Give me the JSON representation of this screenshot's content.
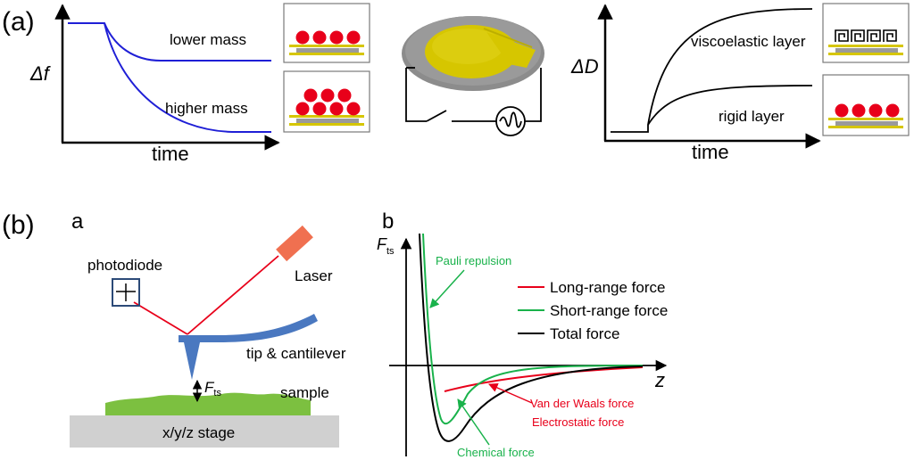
{
  "panel_a": {
    "label": "(a)",
    "left_plot": {
      "ylabel": "Δf",
      "xlabel": "time",
      "curve_labels": [
        "lower mass",
        "higher mass"
      ]
    },
    "right_plot": {
      "ylabel": "ΔD",
      "xlabel": "time",
      "curve_labels": [
        "viscoelastic layer",
        "rigid layer"
      ]
    },
    "colors": {
      "frequency_curves": "#1f1fd6",
      "sensor_gold": "#d6c600",
      "mass_red": "#e8001a",
      "sensor_gray": "#8c8c8c"
    }
  },
  "panel_b": {
    "label": "(b)",
    "sub_a": {
      "letter": "a",
      "photodiode_label": "photodiode",
      "laser_label": "Laser",
      "cantilever_label": "tip & cantilever",
      "force_label": "F",
      "force_sub": "ts",
      "sample_label": "sample",
      "stage_label": "x/y/z stage",
      "colors": {
        "laser": "#e8001a",
        "laser_box": "#f07050",
        "cantilever": "#4a78c0",
        "sample": "#7cc040",
        "stage": "#d0d0d0"
      }
    },
    "sub_b": {
      "letter": "b",
      "ylabel": "F",
      "ylabel_sub": "ts",
      "xlabel": "z",
      "legend": [
        {
          "name": "Long-range force",
          "color": "#e8001a"
        },
        {
          "name": "Short-range force",
          "color": "#19b24b"
        },
        {
          "name": "Total force",
          "color": "#000000"
        }
      ],
      "annotations": {
        "pauli": "Pauli repulsion",
        "vdw": "Van der Waals force",
        "electrostatic": "Electrostatic force",
        "chemical": "Chemical force"
      }
    }
  }
}
